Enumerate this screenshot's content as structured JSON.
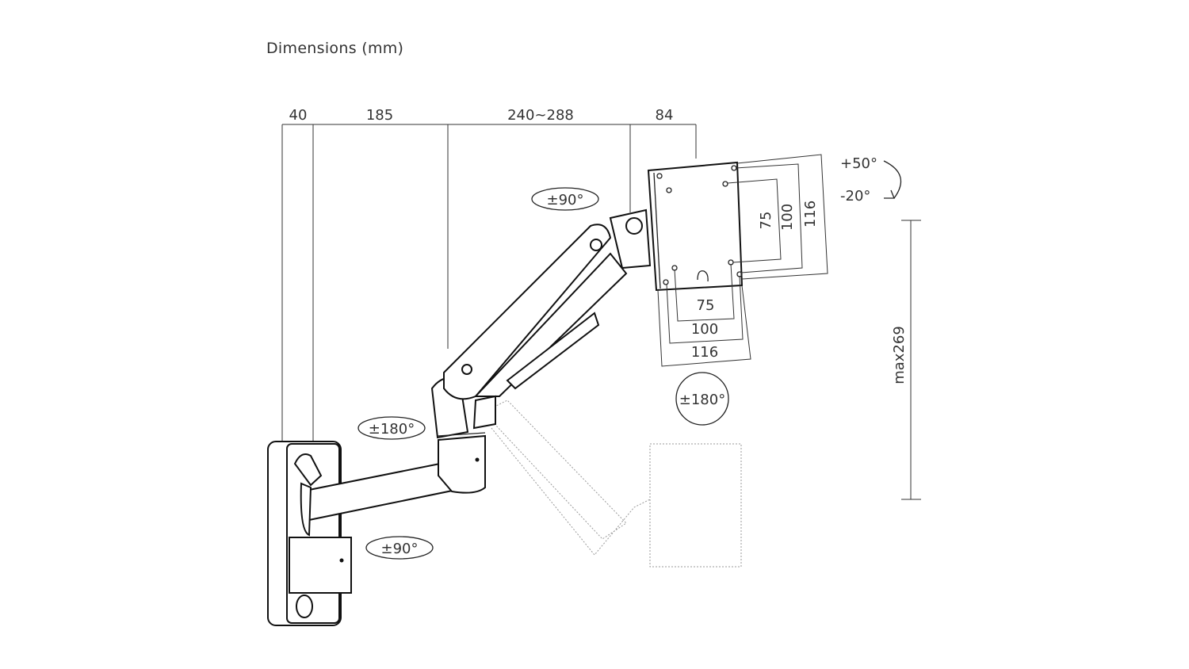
{
  "title": "Dimensions (mm)",
  "top_dimensions": [
    "40",
    "185",
    "240~288",
    "84"
  ],
  "vesa_vertical": [
    "75",
    "100",
    "116"
  ],
  "vesa_horizontal": [
    "75",
    "100",
    "116"
  ],
  "tilt": {
    "up": "+50°",
    "down": "-20°"
  },
  "height_range": "max269",
  "rotations": {
    "top_arm": "±90°",
    "monitor": "±180°",
    "arm_joint": "±180°",
    "wall_base": "±90°"
  }
}
